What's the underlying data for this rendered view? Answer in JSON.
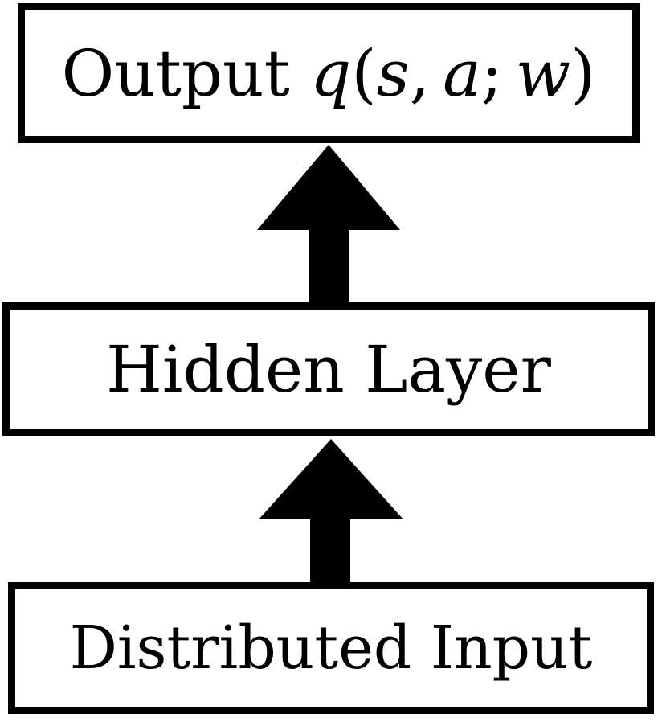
{
  "diagram": {
    "output_box": {
      "label": "Output",
      "func": "q",
      "open_paren": "(",
      "arg_s": "s",
      "comma": ",",
      "arg_a": "a",
      "semicolon": ";",
      "arg_w": "w",
      "close_paren": ")"
    },
    "hidden_box": {
      "label": "Hidden Layer"
    },
    "input_box": {
      "label": "Distributed Input"
    },
    "colors": {
      "stroke": "#000000",
      "fill": "#ffffff",
      "arrow": "#000000"
    },
    "arrows": [
      "input-to-hidden",
      "hidden-to-output"
    ]
  }
}
